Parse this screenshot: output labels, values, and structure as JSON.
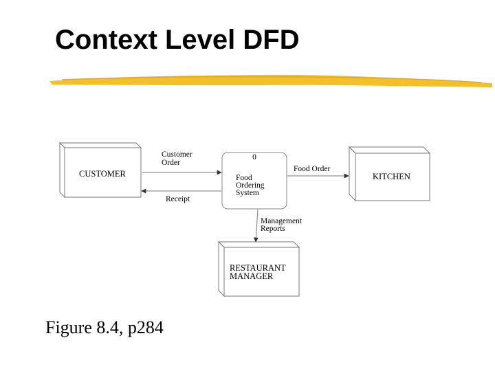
{
  "title": "Context Level DFD",
  "caption": "Figure 8.4, p284",
  "colors": {
    "underline": "#f2c02a",
    "stroke": "#777777",
    "text": "#000000"
  },
  "entities": {
    "customer": "CUSTOMER",
    "kitchen": "KITCHEN",
    "manager_line1": "RESTAURANT",
    "manager_line2": "MANAGER"
  },
  "process": {
    "id": "0",
    "line1": "Food",
    "line2": "Ordering",
    "line3": "System"
  },
  "flows": {
    "customer_order_line1": "Customer",
    "customer_order_line2": "Order",
    "receipt": "Receipt",
    "food_order": "Food Order",
    "mgmt_reports_line1": "Management",
    "mgmt_reports_line2": "Reports"
  }
}
